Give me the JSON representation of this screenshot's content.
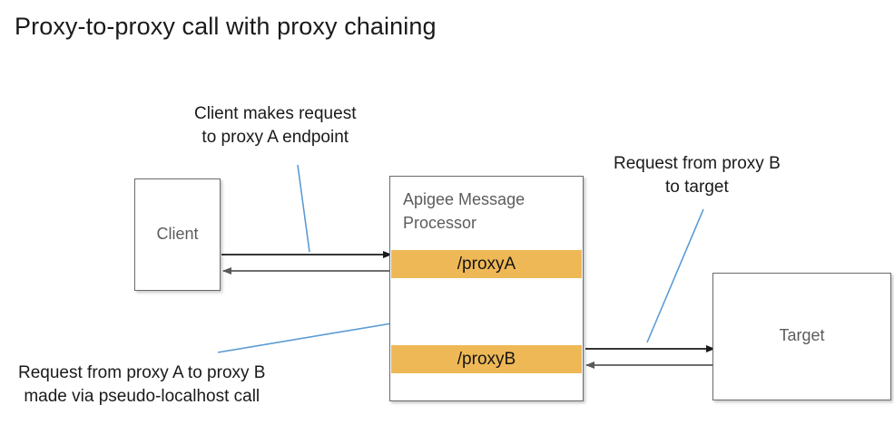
{
  "page": {
    "title": "Proxy-to-proxy call with proxy chaining",
    "background": "#ffffff"
  },
  "colors": {
    "band_orange": "#efb856",
    "box_border": "#6b6b6b",
    "node_label_gray": "#5c5c5c",
    "arrow_black": "#1a1a1a",
    "arrow_gray": "#595959",
    "leader_blue": "#5b9bd5",
    "text_black": "#1a1a1a"
  },
  "nodes": {
    "client": {
      "label": "Client"
    },
    "message_processor": {
      "label": "Apigee Message Processor",
      "bands": [
        {
          "label": "/proxyA"
        },
        {
          "label": "/proxyB"
        }
      ]
    },
    "target": {
      "label": "Target"
    }
  },
  "annotations": [
    {
      "id": "client-request",
      "lines": [
        "Client makes request",
        "to proxy A endpoint"
      ]
    },
    {
      "id": "proxyb-to-target",
      "lines": [
        "Request from proxy B",
        "to target"
      ]
    },
    {
      "id": "proxya-to-proxyb",
      "lines": [
        "Request from proxy A to proxy B",
        "made via pseudo-localhost call"
      ]
    }
  ],
  "flows": [
    {
      "id": "client-to-proxya",
      "from": "client",
      "to": "/proxyA",
      "direction": "right"
    },
    {
      "id": "proxya-to-client",
      "from": "/proxyA",
      "to": "client",
      "direction": "left"
    },
    {
      "id": "proxya-to-proxyb",
      "from": "/proxyA",
      "to": "/proxyB",
      "direction": "down"
    },
    {
      "id": "proxyb-to-proxya",
      "from": "/proxyB",
      "to": "/proxyA",
      "direction": "up"
    },
    {
      "id": "proxyb-to-target",
      "from": "/proxyB",
      "to": "target",
      "direction": "right"
    },
    {
      "id": "target-to-proxyb",
      "from": "target",
      "to": "/proxyB",
      "direction": "left"
    }
  ]
}
